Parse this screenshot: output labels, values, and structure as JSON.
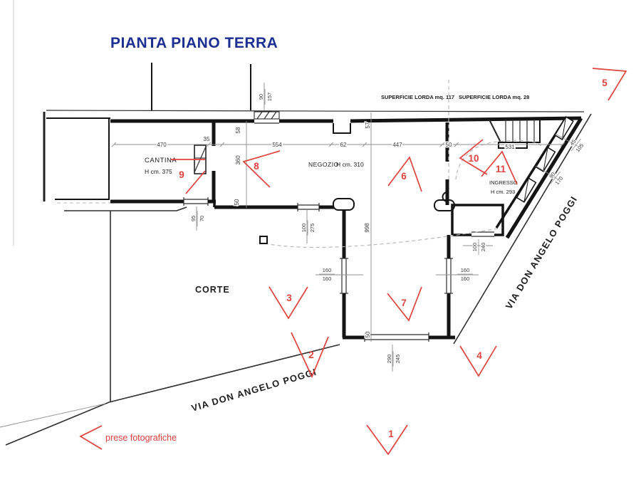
{
  "title": "PIANTA PIANO TERRA",
  "surface_labels": {
    "left": "SUPERFICIE LORDA mq. 117",
    "right": "SUPERFICIE LORDA mq. 28"
  },
  "rooms": {
    "cantina": {
      "name": "CANTINA",
      "height": "H cm. 375"
    },
    "negozio": {
      "name": "NEGOZIO",
      "height": "H cm. 310"
    },
    "corte": {
      "name": "CORTE"
    },
    "ingresso": {
      "name": "INGRESSO",
      "height": "H cm. 293"
    }
  },
  "streets": {
    "bottom": "VIA DON ANGELO POGGI",
    "right": "VIA DON ANGELO POGGI"
  },
  "photo_legend": "prese fotografiche",
  "dims": {
    "h470": "470",
    "h35": "35",
    "h554": "554",
    "h62": "62",
    "h447": "447",
    "h50": "50",
    "h531": "531",
    "v58": "58",
    "v57": "57",
    "v360": "360",
    "v50_wall": "50",
    "v998": "998",
    "v50_front": "50"
  },
  "openings": {
    "door_top": {
      "w": "90",
      "h": "157"
    },
    "win_cantina": {
      "w": "95",
      "h": "70"
    },
    "win_negozio": {
      "w": "100",
      "h": "275"
    },
    "win_left": {
      "w": "160",
      "h": "160"
    },
    "win_right": {
      "w": "160",
      "h": "160"
    },
    "door_ingresso": {
      "w": "100",
      "h": "240"
    },
    "door_front": {
      "w": "290",
      "h": "245"
    },
    "win_diag_upper": {
      "w": "45",
      "h": "105"
    },
    "win_diag_lower": {
      "w": "90",
      "h": "170"
    }
  },
  "markers": [
    {
      "n": "1"
    },
    {
      "n": "2"
    },
    {
      "n": "3"
    },
    {
      "n": "4"
    },
    {
      "n": "5"
    },
    {
      "n": "6"
    },
    {
      "n": "7"
    },
    {
      "n": "8"
    },
    {
      "n": "9"
    },
    {
      "n": "10"
    },
    {
      "n": "11"
    }
  ]
}
